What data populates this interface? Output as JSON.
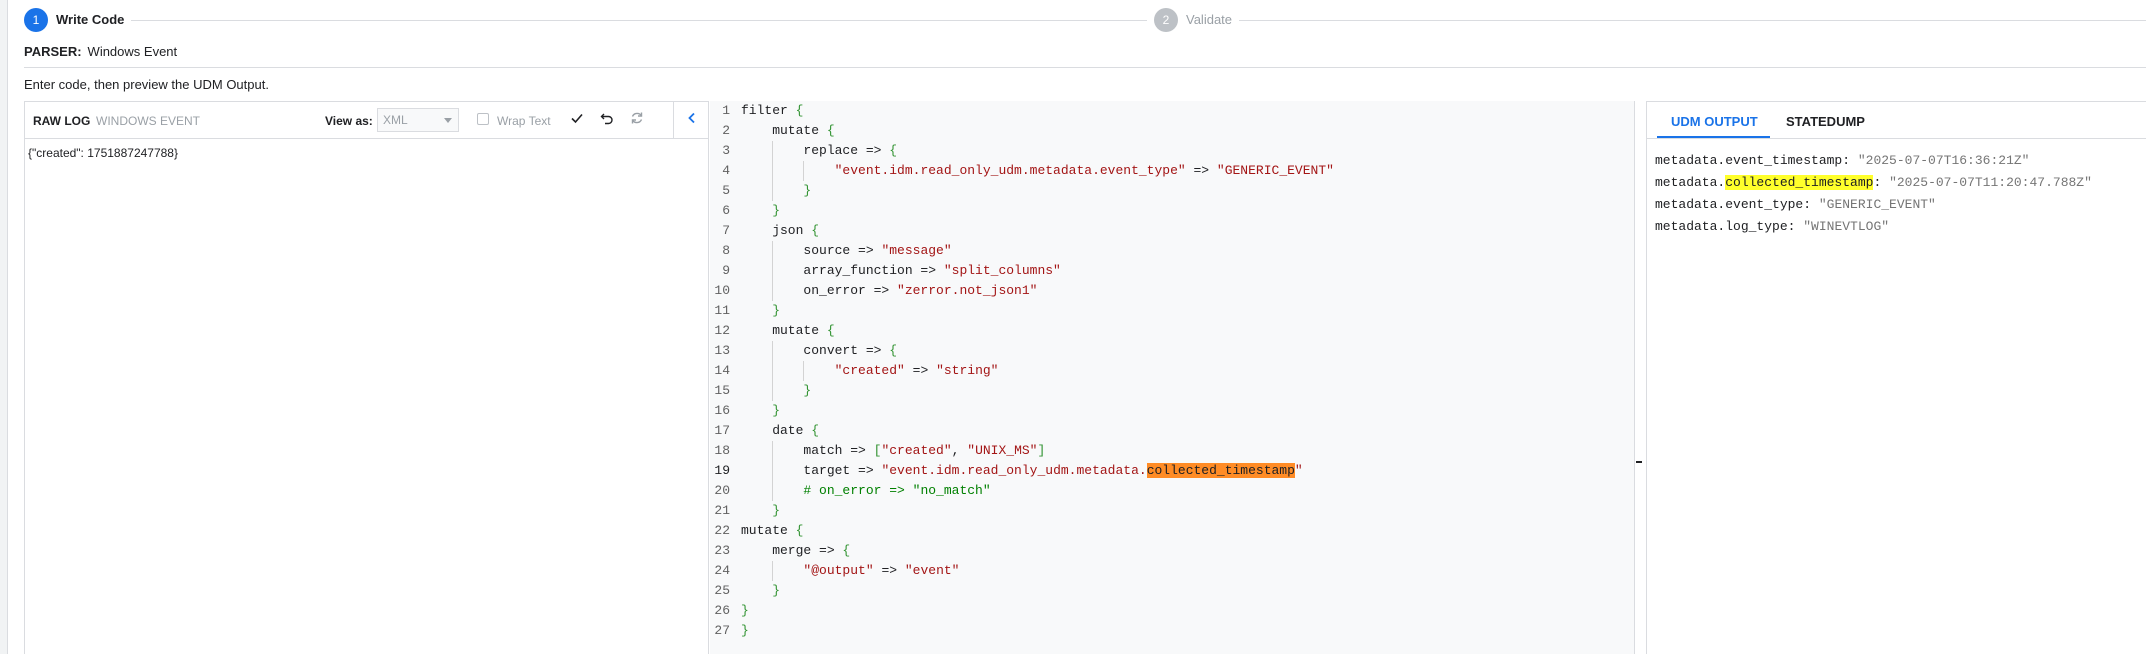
{
  "stepper": {
    "steps": [
      {
        "number": "1",
        "label": "Write Code",
        "active": true
      },
      {
        "number": "2",
        "label": "Validate",
        "active": false
      }
    ]
  },
  "parser": {
    "label": "PARSER:",
    "value": "Windows Event"
  },
  "instruction": "Enter code, then preview the UDM Output.",
  "left_panel": {
    "tabs": [
      "RAW LOG",
      "WINDOWS EVENT"
    ],
    "view_as_label": "View as:",
    "view_as_value": "XML",
    "wrap_text_label": "Wrap Text",
    "icons": [
      "check-icon",
      "undo-icon",
      "refresh-icon",
      "collapse-left-icon"
    ],
    "raw_content": "{\"created\": 1751887247788}"
  },
  "code_lines": [
    "filter {",
    "    mutate {",
    "        replace => {",
    "            \"event.idm.read_only_udm.metadata.event_type\" => \"GENERIC_EVENT\"",
    "        }",
    "    }",
    "    json {",
    "        source => \"message\"",
    "        array_function => \"split_columns\"",
    "        on_error => \"zerror.not_json1\"",
    "    }",
    "    mutate {",
    "        convert => {",
    "            \"created\" => \"string\"",
    "        }",
    "    }",
    "    date {",
    "        match => [\"created\", \"UNIX_MS\"]",
    "        target => \"event.idm.read_only_udm.metadata.collected_timestamp\"",
    "        # on_error => \"no_match\"",
    "    }",
    "mutate {",
    "    merge => {",
    "        \"@output\" => \"event\"",
    "    }",
    "}",
    "}"
  ],
  "current_line": 19,
  "right_panel": {
    "tabs": [
      "UDM OUTPUT",
      "STATEDUMP"
    ],
    "output": [
      {
        "key": "metadata.event_timestamp",
        "value": "\"2025-07-07T16:36:21Z\""
      },
      {
        "key": "metadata.collected_timestamp",
        "value": "\"2025-07-07T11:20:47.788Z\""
      },
      {
        "key": "metadata.event_type",
        "value": "\"GENERIC_EVENT\""
      },
      {
        "key": "metadata.log_type",
        "value": "\"WINEVTLOG\""
      }
    ]
  },
  "colors": {
    "accent": "#1a73e8",
    "highlight_orange": "#ff8c26",
    "highlight_yellow": "#ffff2b"
  }
}
